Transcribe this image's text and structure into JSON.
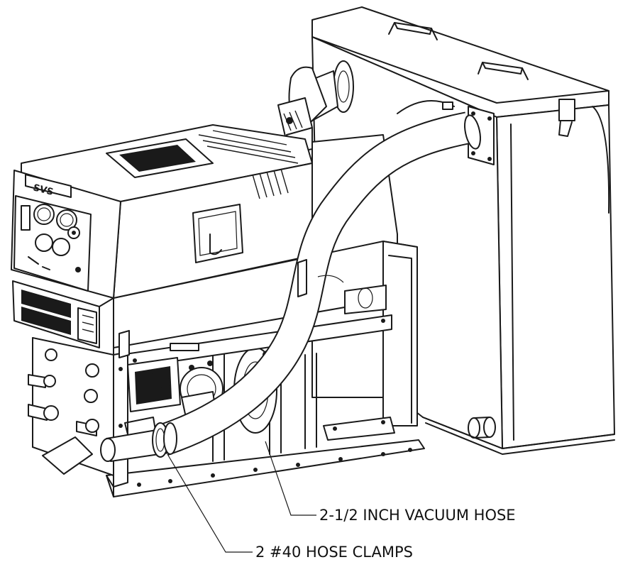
{
  "callouts": {
    "vacuum_hose": "2-1/2 INCH VACUUM HOSE",
    "hose_clamps": "2 #40 HOSE CLAMPS"
  },
  "brand_logo_text": "SVS",
  "colors": {
    "line": "#1a1a1a",
    "background": "#ffffff"
  }
}
